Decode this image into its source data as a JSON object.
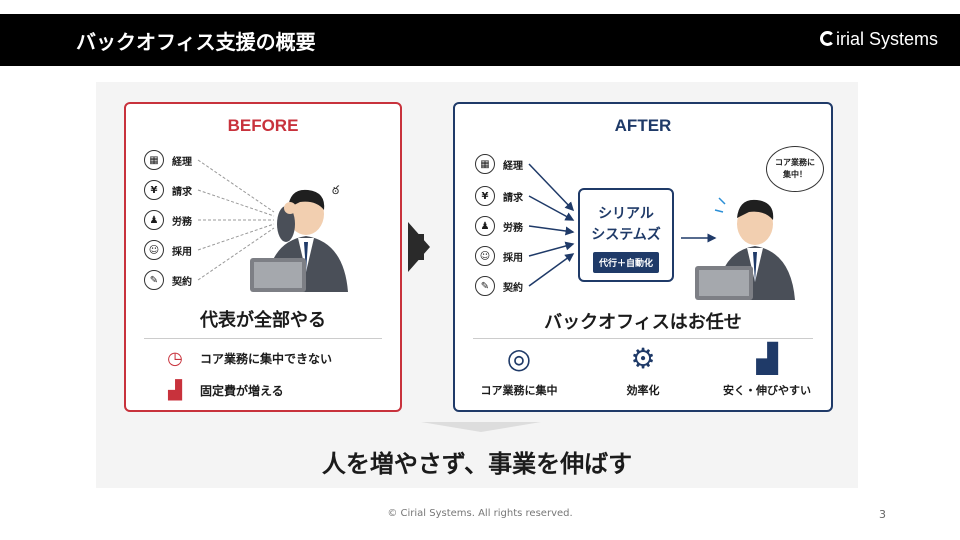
{
  "header": {
    "title": "バックオフィス支援の概要",
    "brand": "irial Systems"
  },
  "figure": {
    "before": {
      "title": "BEFORE",
      "tasks": [
        "経理",
        "請求",
        "労務",
        "採用",
        "契約"
      ],
      "caption": "代表が全部やる",
      "issues": [
        "コア業務に集中できない",
        "固定費が増える"
      ]
    },
    "after": {
      "title": "AFTER",
      "tasks": [
        "経理",
        "請求",
        "労務",
        "採用",
        "契約"
      ],
      "system_name_1": "シリアル",
      "system_name_2": "システムズ",
      "system_tag": "代行＋自動化",
      "bubble_1": "コア業務に",
      "bubble_2": "集中！",
      "caption": "バックオフィスはお任せ",
      "benefits": [
        "コア業務に集中",
        "効率化",
        "安く・伸びやすい"
      ]
    },
    "tagline": "人を増やさず、事業を伸ばす"
  },
  "footer": {
    "copyright": "© Cirial Systems. All rights reserved.",
    "page_number": "3"
  },
  "colors": {
    "before_accent": "#c8323c",
    "after_accent": "#1f3a68",
    "header_bg": "#000000"
  },
  "icons": {
    "tasks": [
      "calculator-icon",
      "invoice-icon",
      "people-icon",
      "recruit-icon",
      "contract-icon"
    ],
    "issues": [
      "clock-icon",
      "chart-up-icon"
    ],
    "benefits": [
      "target-icon",
      "gear-icon",
      "growth-chart-icon"
    ]
  }
}
